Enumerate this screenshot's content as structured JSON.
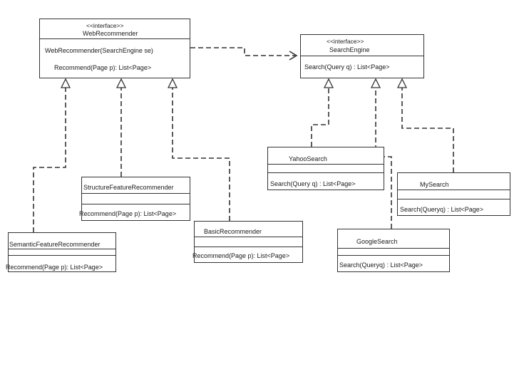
{
  "classes": {
    "web_recommender": {
      "stereotype": "<<interface>>",
      "name": "WebRecommender",
      "constructor": "WebRecommender(SearchEngine se)",
      "method": "Recommend(Page p): List<Page>"
    },
    "search_engine": {
      "stereotype": "<<interface>>",
      "name": "SearchEngine",
      "method": "Search(Query q) : List<Page>"
    },
    "structure_feature_recommender": {
      "name": "StructureFeatureRecommender",
      "method": "Recommend(Page p): List<Page>"
    },
    "semantic_feature_recommender": {
      "name": "SemanticFeatureRecommender",
      "method": "Recommend(Page p): List<Page>"
    },
    "basic_recommender": {
      "name": "BasicRecommender",
      "method": "Recommend(Page p): List<Page>"
    },
    "yahoo_search": {
      "name": "YahooSearch",
      "method": "Search(Query q) : List<Page>"
    },
    "my_search": {
      "name": "MySearch",
      "method": "Search(Queryq) : List<Page>"
    },
    "google_search": {
      "name": "GoogleSearch",
      "method": "Search(Queryq) : List<Page>"
    }
  },
  "colors": {
    "line": "#333333",
    "background": "#ffffff"
  }
}
